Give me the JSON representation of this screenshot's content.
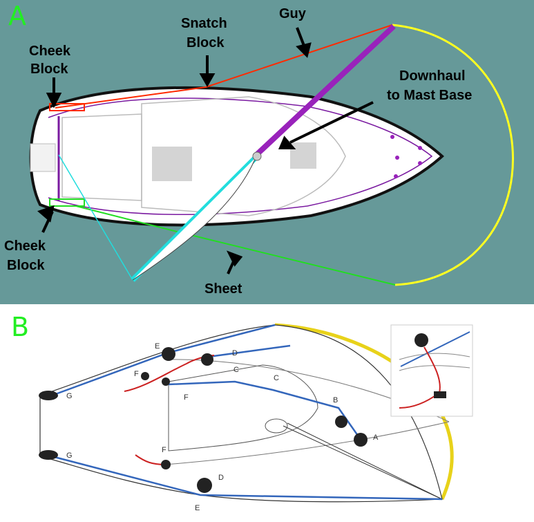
{
  "panel_a": {
    "letter": "A",
    "labels": {
      "guy": "Guy",
      "snatch_block_1": "Snatch",
      "snatch_block_2": "Block",
      "cheek_block_top_1": "Cheek",
      "cheek_block_top_2": "Block",
      "downhaul_1": "Downhaul",
      "downhaul_2": "to Mast Base",
      "cheek_block_bottom_1": "Cheek",
      "cheek_block_bottom_2": "Block",
      "sheet": "Sheet"
    },
    "colors": {
      "background": "#669999",
      "guy_line": "#ff2a00",
      "sheet_line": "#22dd22",
      "spinnaker_edge": "#ffff22",
      "pole": "#9922bb",
      "boom": "#22dddd",
      "downhaul": "#7a1aa0"
    }
  },
  "panel_b": {
    "letter": "B",
    "point_labels": {
      "a": "A",
      "b": "B",
      "c1": "C",
      "c2": "C",
      "d_top": "D",
      "d_bottom": "D",
      "e_top": "E",
      "e_bottom": "E",
      "f_top": "F",
      "f_top2": "F",
      "f_bottom": "F",
      "g_top": "G",
      "g_bottom": "G"
    },
    "colors": {
      "sheet_line": "#3366bb",
      "control_line": "#cc2222",
      "spinnaker_edge": "#e8d21a"
    }
  }
}
